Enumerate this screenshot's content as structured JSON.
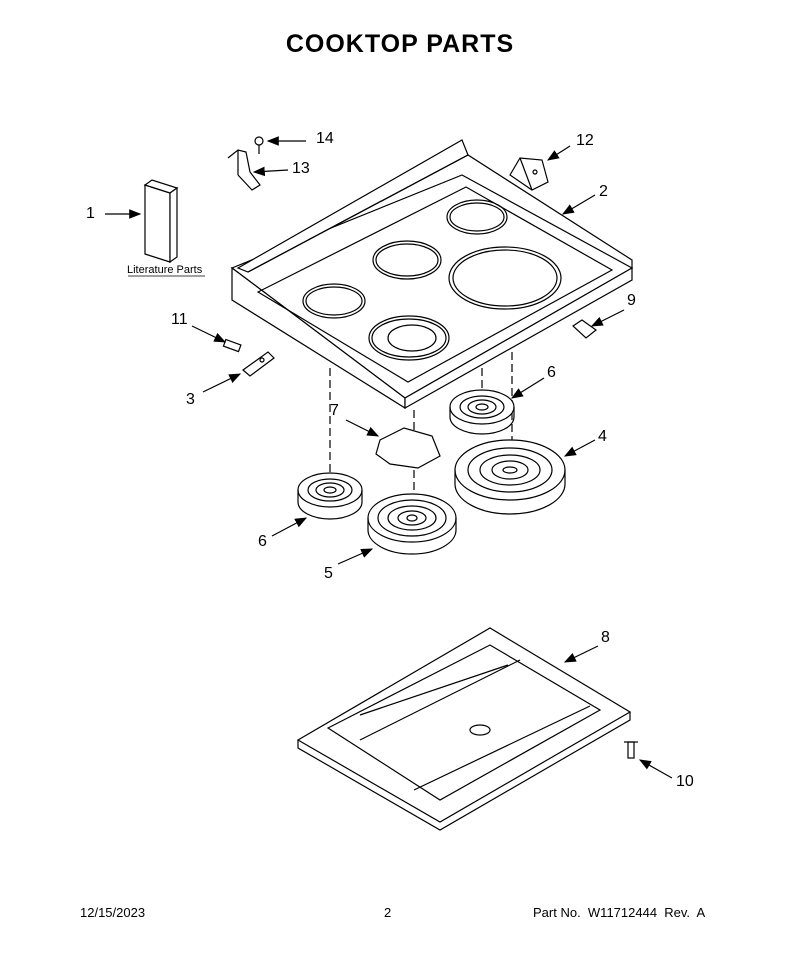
{
  "page": {
    "title": "COOKTOP PARTS"
  },
  "callouts": [
    "1",
    "2",
    "3",
    "4",
    "5",
    "6",
    "6",
    "7",
    "8",
    "9",
    "10",
    "11",
    "12",
    "13",
    "14"
  ],
  "literature_label": "Literature Parts",
  "footer": {
    "date": "12/15/2023",
    "page_number": "2",
    "part_no": "Part No.  W11712444  Rev.  A"
  },
  "colors": {
    "line": "#000000",
    "background": "#ffffff"
  }
}
